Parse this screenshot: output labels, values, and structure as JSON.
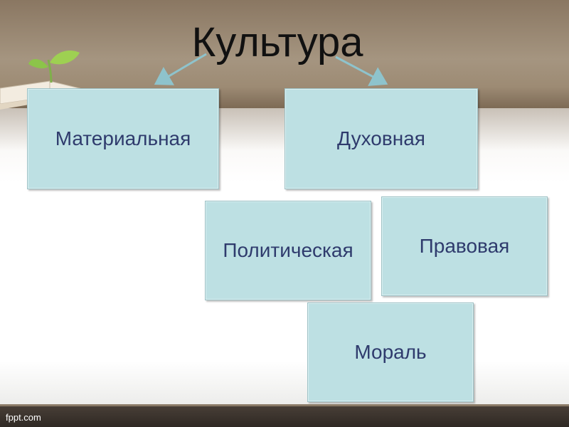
{
  "title": "Культура",
  "boxes": {
    "material": "Материальная",
    "spiritual": "Духовная",
    "political": "Политическая",
    "legal": "Правовая",
    "moral": "Мораль"
  },
  "footer": "fppt.com",
  "colors": {
    "header": "#a59580",
    "box_fill": "#bde0e3",
    "box_text": "#2f3b6d",
    "arrow": "#8ec3cc",
    "footer": "#2f2924"
  }
}
